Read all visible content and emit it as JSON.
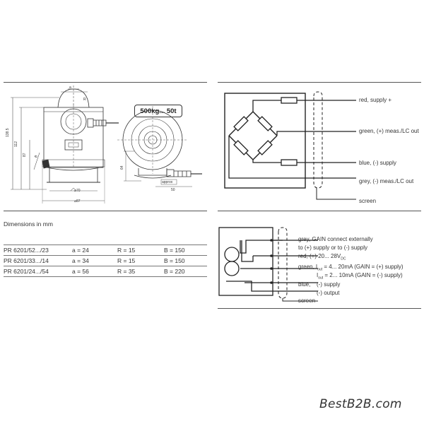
{
  "dimensions": {
    "title": "Dimensions in mm",
    "rows": [
      {
        "model": "PR 6201/52.../23",
        "a": "a = 24",
        "r": "R = 15",
        "b": "B = 150"
      },
      {
        "model": "PR 6201/33.../14",
        "a": "a = 34",
        "r": "R = 15",
        "b": "B = 150"
      },
      {
        "model": "PR 6201/24.../54",
        "a": "a = 56",
        "r": "R = 35",
        "b": "B = 220"
      }
    ]
  },
  "drawing": {
    "capacity_badge": "500kg... 50t",
    "dim_labels": {
      "a": "a",
      "r": "R",
      "h1": "138.5",
      "h2": "112",
      "h3": "87",
      "b": "B",
      "d70": "⌀70",
      "d87": "⌀87",
      "h64": "64",
      "d50": "50",
      "approx": "approx"
    }
  },
  "bridge_wiring": {
    "labels": [
      "red, supply +",
      "green, (+) meas./LC out",
      "blue, (-) supply",
      "grey, (-) meas./LC out",
      "screen"
    ]
  },
  "amplifier_wiring": {
    "grey_line1": "grey, GAIN connect externally",
    "grey_line2": "to (+) supply or to (-) supply",
    "red_prefix": "red, (+) 20... 28V",
    "red_sub": "DC",
    "green_prefix": "green, I",
    "green_sub1": "out",
    "green_mid1": " = 4... 20mA (GAIN = (+) supply)",
    "green2_prefix": "I",
    "green_sub2": "out",
    "green_mid2": " = 2... 10mA (GAIN = (-) supply)",
    "blue_label": "blue,",
    "blue_line1": "(-) supply",
    "blue_line2": "(-) output",
    "screen_label": "screen"
  },
  "watermark": "BestB2B.com"
}
